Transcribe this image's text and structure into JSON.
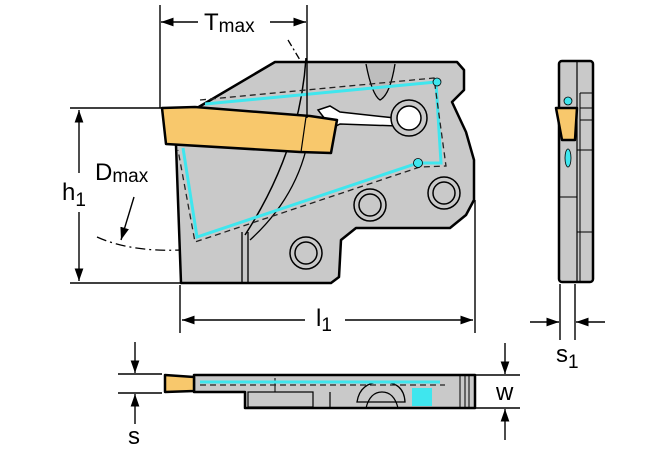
{
  "labels": {
    "t_max": {
      "main": "T",
      "sub": "max"
    },
    "d_max": {
      "main": "D",
      "sub": "max"
    },
    "h1": {
      "main": "h",
      "sub": "1"
    },
    "l1": {
      "main": "l",
      "sub": "1"
    },
    "w": "w",
    "s": "s",
    "s1": {
      "main": "s",
      "sub": "1"
    }
  },
  "colors": {
    "body": "#c9c9c9",
    "insert": "#f8c86c",
    "coolant": "#3fe6ee"
  }
}
